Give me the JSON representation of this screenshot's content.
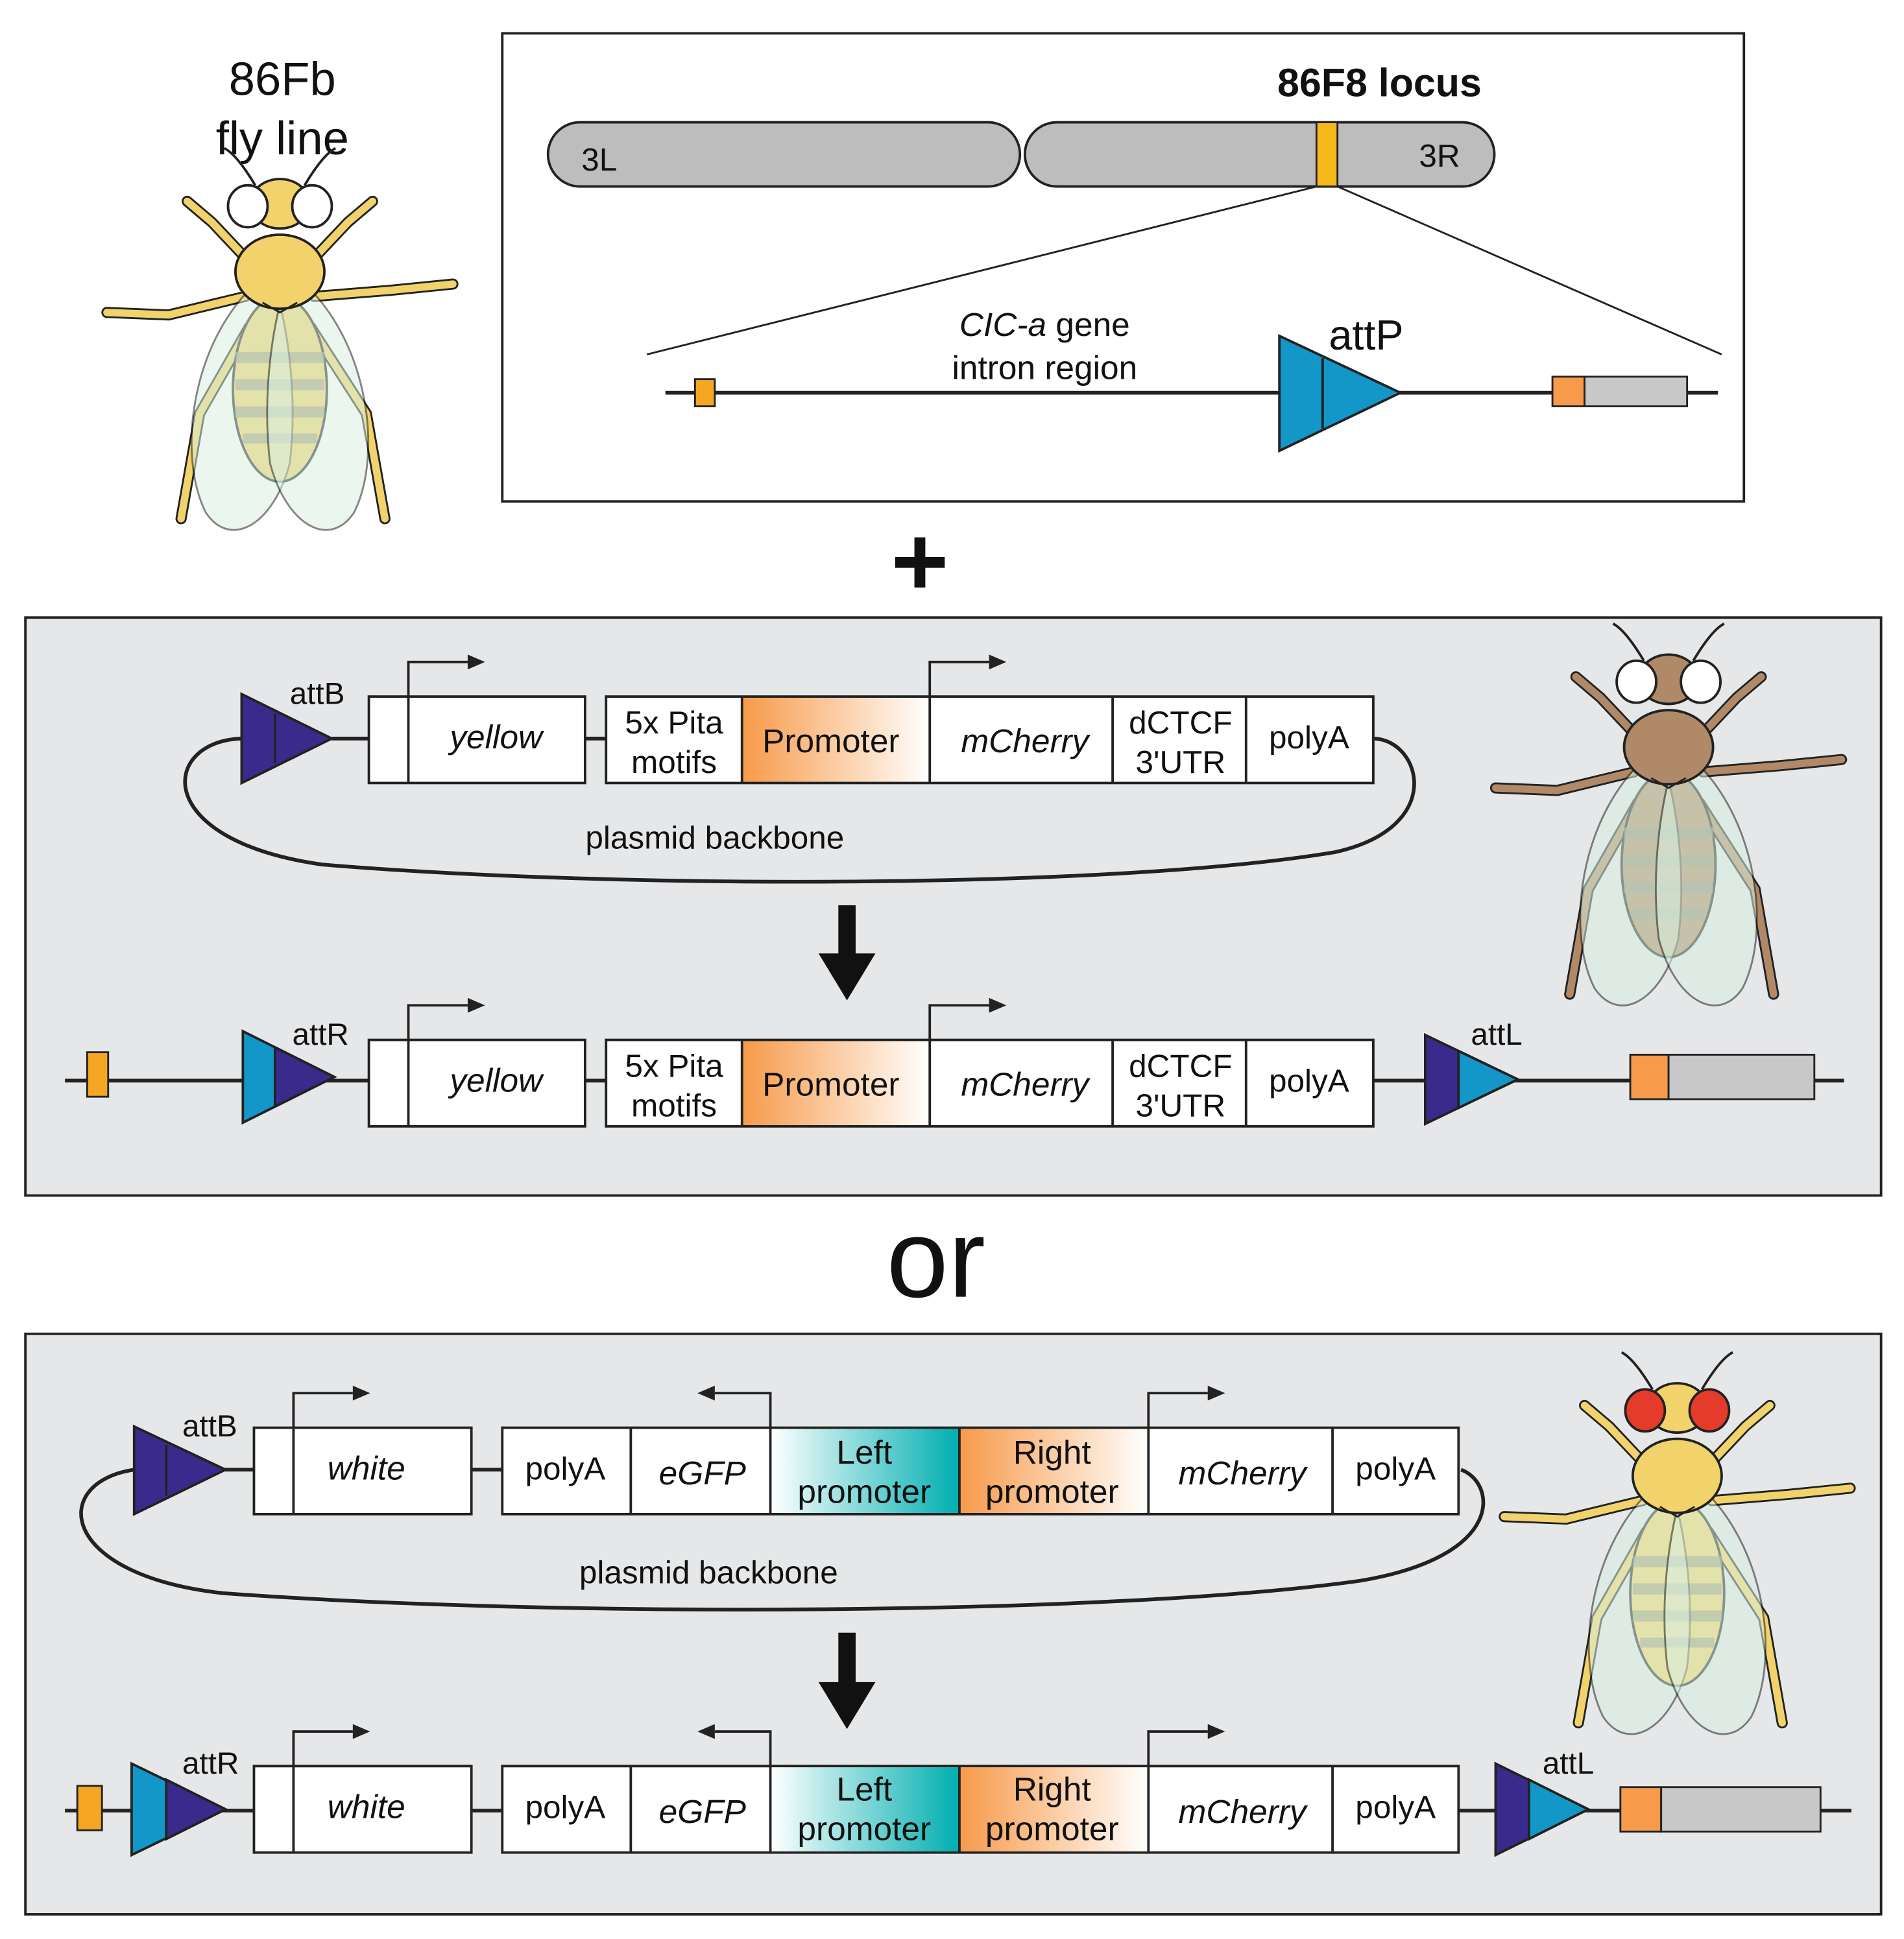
{
  "fly_line": {
    "line1": "86Fb",
    "line2": "fly line"
  },
  "locus": {
    "title": "86F8 locus",
    "arm_left": "3L",
    "arm_right": "3R",
    "gene_italic": "CIC-a",
    "gene_rest": " gene",
    "intron": "intron region",
    "attP": "attP"
  },
  "plus": "+",
  "or": "or",
  "panel_a": {
    "attB": "attB",
    "attR": "attR",
    "attL": "attL",
    "marker": "yellow",
    "pita_line1": "5x Pita",
    "pita_line2": "motifs",
    "promoter": "Promoter",
    "reporter": "mCherry",
    "ctcf_line1": "dCTCF",
    "ctcf_line2": "3'UTR",
    "polyA": "polyA",
    "backbone": "plasmid backbone"
  },
  "panel_b": {
    "attB": "attB",
    "attR": "attR",
    "attL": "attL",
    "marker": "white",
    "polyA_left": "polyA",
    "reporter_left": "eGFP",
    "left_prom_line1": "Left",
    "left_prom_line2": "promoter",
    "right_prom_line1": "Right",
    "right_prom_line2": "promoter",
    "reporter_right": "mCherry",
    "polyA_right": "polyA",
    "backbone": "plasmid backbone"
  },
  "colors": {
    "panel_bg": "#e6e7e9",
    "chromosome": "#bdbdbd",
    "locus_band": "#f6b81a",
    "exon_small": "#f5a623",
    "exon_orange": "#f79a4a",
    "exon_grey": "#c8c8c8",
    "attP_blue": "#1396c8",
    "attB_purple": "#3a2a8c",
    "promoter_orange": "#f7a06a",
    "promoter_teal": "#00b0b0",
    "fly_yellow": "#f2d36b",
    "fly_brown": "#b08a68",
    "fly_red_eye": "#e53b2a",
    "wing": "#d9f0e1"
  }
}
